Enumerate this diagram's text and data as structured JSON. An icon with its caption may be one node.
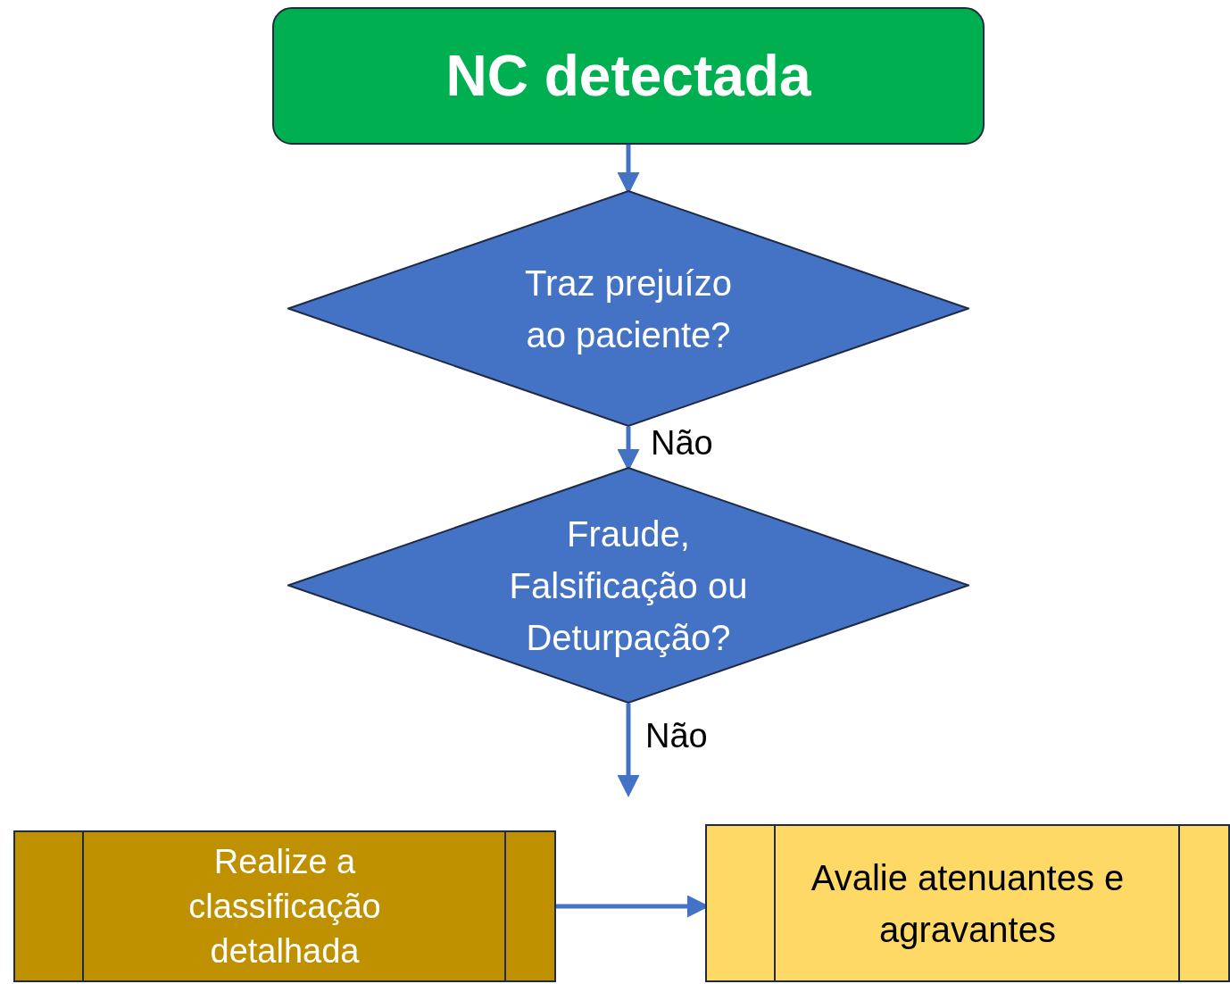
{
  "diagram": {
    "nodes": [
      {
        "text": [
          "NC detectada"
        ]
      },
      {
        "text": [
          "Traz prejuízo ao paciente?"
        ]
      },
      {
        "text": [
          "Fraude, Falsificação ou Deturpação?"
        ]
      },
      {
        "text": [
          "Realize a classificação detalhada"
        ]
      },
      {
        "text": [
          "Avalie atenuantes e agravantes"
        ]
      }
    ],
    "edges": [
      {
        "from": 0,
        "to": 1,
        "arrow": "to"
      },
      {
        "from": 1,
        "to": 2,
        "arrow": "to",
        "label": "Não"
      },
      {
        "from": 2,
        "to": null,
        "arrow": "to",
        "label": "Não"
      },
      {
        "from": 3,
        "to": 4,
        "arrow": "to"
      }
    ]
  }
}
